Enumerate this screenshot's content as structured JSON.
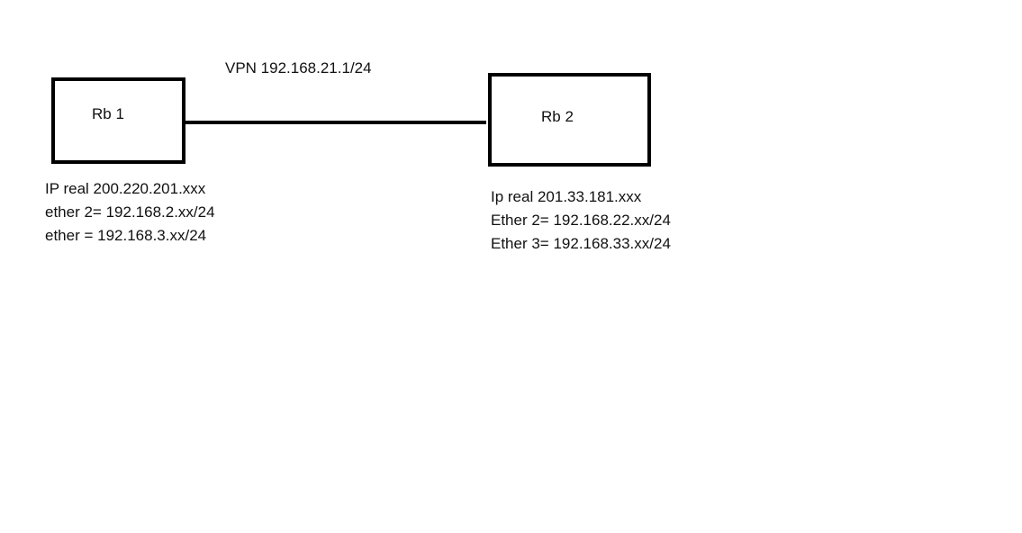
{
  "link": {
    "label": "VPN 192.168.21.1/24"
  },
  "nodes": [
    {
      "name": "Rb 1",
      "lines": [
        "IP real 200.220.201.xxx",
        "ether 2= 192.168.2.xx/24",
        "ether = 192.168.3.xx/24"
      ]
    },
    {
      "name": "Rb 2",
      "lines": [
        "Ip real 201.33.181.xxx",
        "Ether 2= 192.168.22.xx/24",
        "Ether 3= 192.168.33.xx/24"
      ]
    }
  ],
  "colors": {
    "stroke": "#000000",
    "background": "#ffffff",
    "text": "#111111"
  }
}
